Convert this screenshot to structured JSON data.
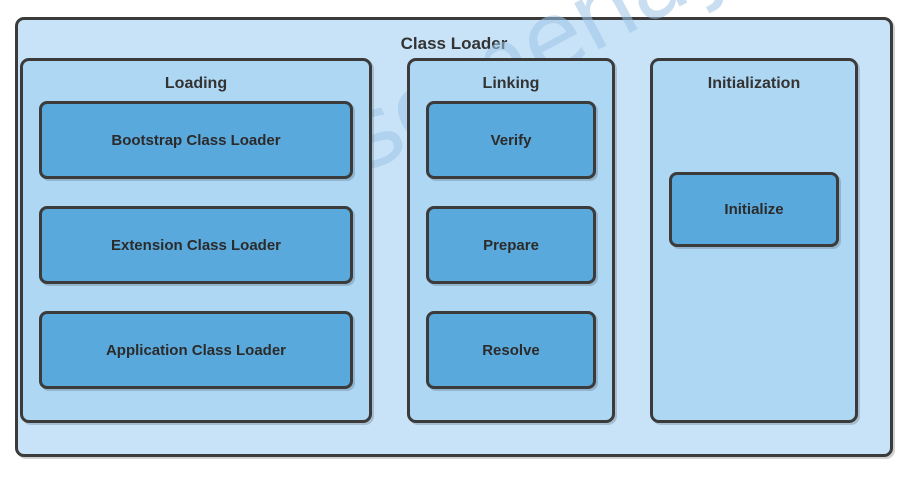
{
  "diagram": {
    "title": "Class Loader",
    "watermark": "theawesomenayak",
    "colors": {
      "outer_background": "#c8e3f8",
      "column_background": "#aed7f4",
      "node_background": "#5aa9dc",
      "border": "#3b3b3b",
      "text": "#333333",
      "watermark": "#9dc5e6"
    },
    "columns": [
      {
        "title": "Loading",
        "nodes": [
          {
            "label": "Bootstrap Class Loader"
          },
          {
            "label": "Extension Class Loader"
          },
          {
            "label": "Application Class Loader"
          }
        ]
      },
      {
        "title": "Linking",
        "nodes": [
          {
            "label": "Verify"
          },
          {
            "label": "Prepare"
          },
          {
            "label": "Resolve"
          }
        ]
      },
      {
        "title": "Initialization",
        "nodes": [
          {
            "label": "Initialize"
          }
        ]
      }
    ]
  }
}
